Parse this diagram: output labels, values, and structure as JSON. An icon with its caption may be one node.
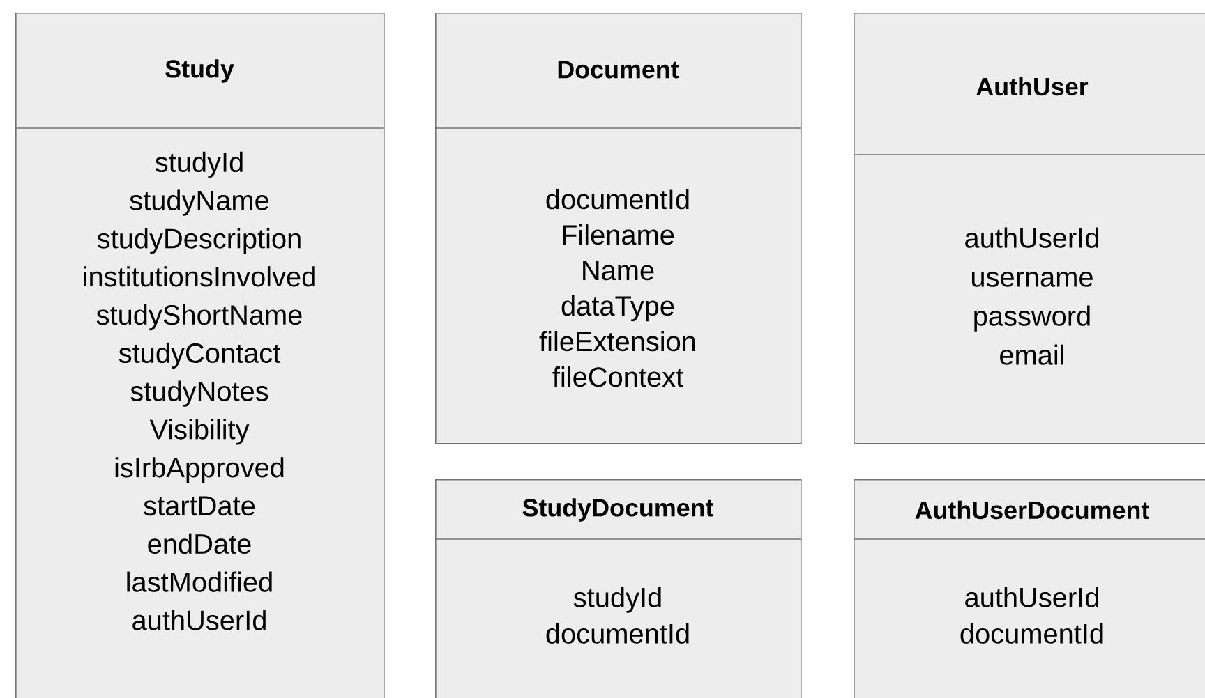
{
  "diagram": {
    "nodes": [
      {
        "text": [
          "Study",
          "studyId",
          "studyName",
          "studyDescription",
          "institutionsInvolved",
          "studyShortName",
          "studyContact",
          "studyNotes",
          "Visibility",
          "isIrbApproved",
          "startDate",
          "endDate",
          "lastModified",
          "authUserId"
        ]
      },
      {
        "text": [
          "Document",
          "documentId",
          "Filename",
          "Name",
          "dataType",
          "fileExtension",
          "fileContext"
        ]
      },
      {
        "text": [
          "AuthUser",
          "authUserId",
          "username",
          "password",
          "email"
        ]
      },
      {
        "text": [
          "StudyDocument",
          "studyId",
          "documentId"
        ]
      },
      {
        "text": [
          "AuthUserDocument",
          "authUserId",
          "documentId"
        ]
      }
    ]
  }
}
